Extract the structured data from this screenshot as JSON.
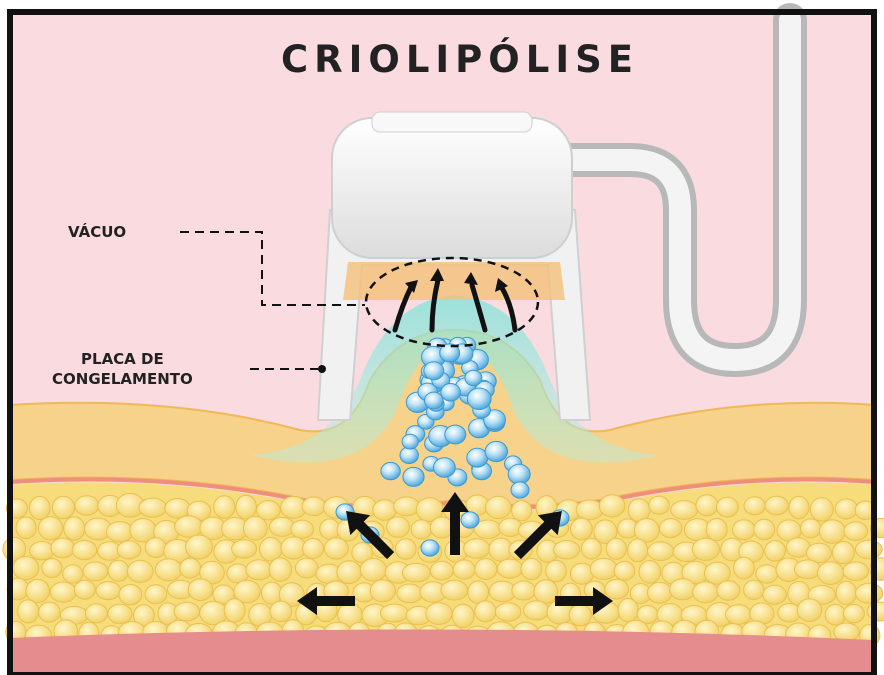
{
  "title": "CRIOLIPÓLISE",
  "labels": {
    "vacuum": "VÁCUO",
    "freezing_plate_line1": "PLACA DE",
    "freezing_plate_line2": "CONGELAMENTO"
  },
  "colors": {
    "background": "#f9dbe0",
    "frame": "#111111",
    "skin": "#f6d28a",
    "skin_edge": "#f0b85a",
    "fat": "#f7dc7b",
    "muscle": "#e58c8e",
    "device": "#f2f2f2",
    "cold_zone": "#9fe3d6",
    "fat_crystals": "#7fc3e8",
    "arrows": "#111111"
  },
  "icons": {
    "movement_arrows": "arrow-icon",
    "suction_arrows": "curved-arrow-icon"
  }
}
